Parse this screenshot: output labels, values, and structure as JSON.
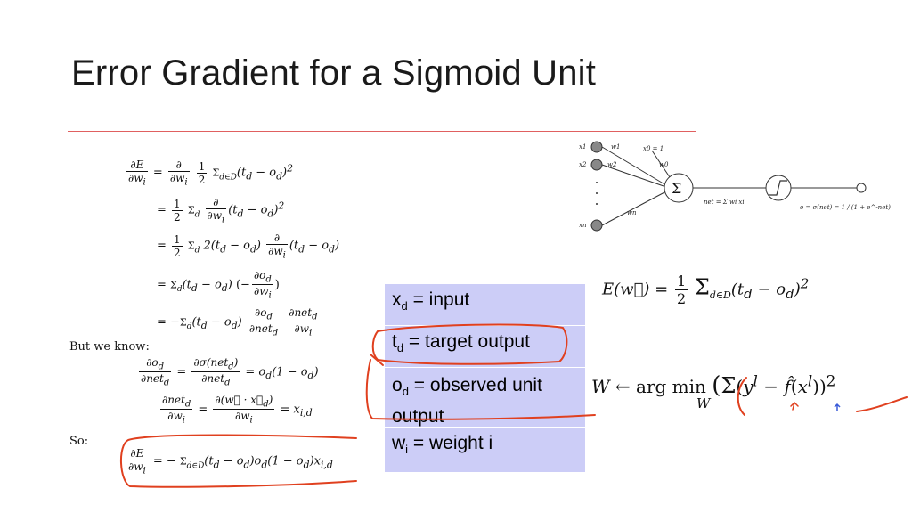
{
  "slide": {
    "title": "Error Gradient for a Sigmoid Unit"
  },
  "derivation": {
    "lhs_num": "∂E",
    "lhs_den": "∂w",
    "lhs_den_sub": "i",
    "line1": "= ∂/∂wᵢ ½ Σd∈D (td − od)²",
    "line2": "= ½ Σd ∂/∂wᵢ (td − od)²",
    "line3": "= ½ Σd 2(td − od) ∂/∂wᵢ (td − od)",
    "line4": "= Σd (td − od) (−∂od/∂wᵢ)",
    "line5": "= −Σd (td − od) ∂od/∂netd ∂netd/∂wᵢ",
    "but_we_know": "But we know:",
    "know1": "∂od/∂netd = ∂σ(netd)/∂netd = od(1 − od)",
    "know2": "∂netd/∂wᵢ = ∂(w⃗ · x⃗d)/∂wᵢ = xi,d",
    "so": "So:",
    "result": "∂E/∂wᵢ = − Σd∈D (td − od)od(1 − od)xi,d"
  },
  "legend": {
    "items": [
      {
        "sym": "x",
        "sub": "d",
        "text": " = input"
      },
      {
        "sym": "t",
        "sub": "d",
        "text": " = target output"
      },
      {
        "sym": "o",
        "sub": "d",
        "text": " = observed unit output"
      },
      {
        "sym": "w",
        "sub": "i",
        "text": " = weight i"
      }
    ],
    "bg_color": "#cccdf7"
  },
  "diagram": {
    "inputs": [
      "x1",
      "x2",
      "xn"
    ],
    "weights": [
      "w1",
      "w2",
      "wn",
      "w0"
    ],
    "bias_label": "x0 = 1",
    "sum_symbol": "Σ",
    "net_label": "net = Σ wi xi",
    "output_label": "o = σ(net) = 1 / (1 + e^-net)"
  },
  "error_equation": "E(w⃗) = ½ Σd∈D (td − od)²",
  "argmin_equation": "W ← arg min_W ( Σl (yˡ − f̂(xˡ))²",
  "annotation_color": "#e0401f"
}
